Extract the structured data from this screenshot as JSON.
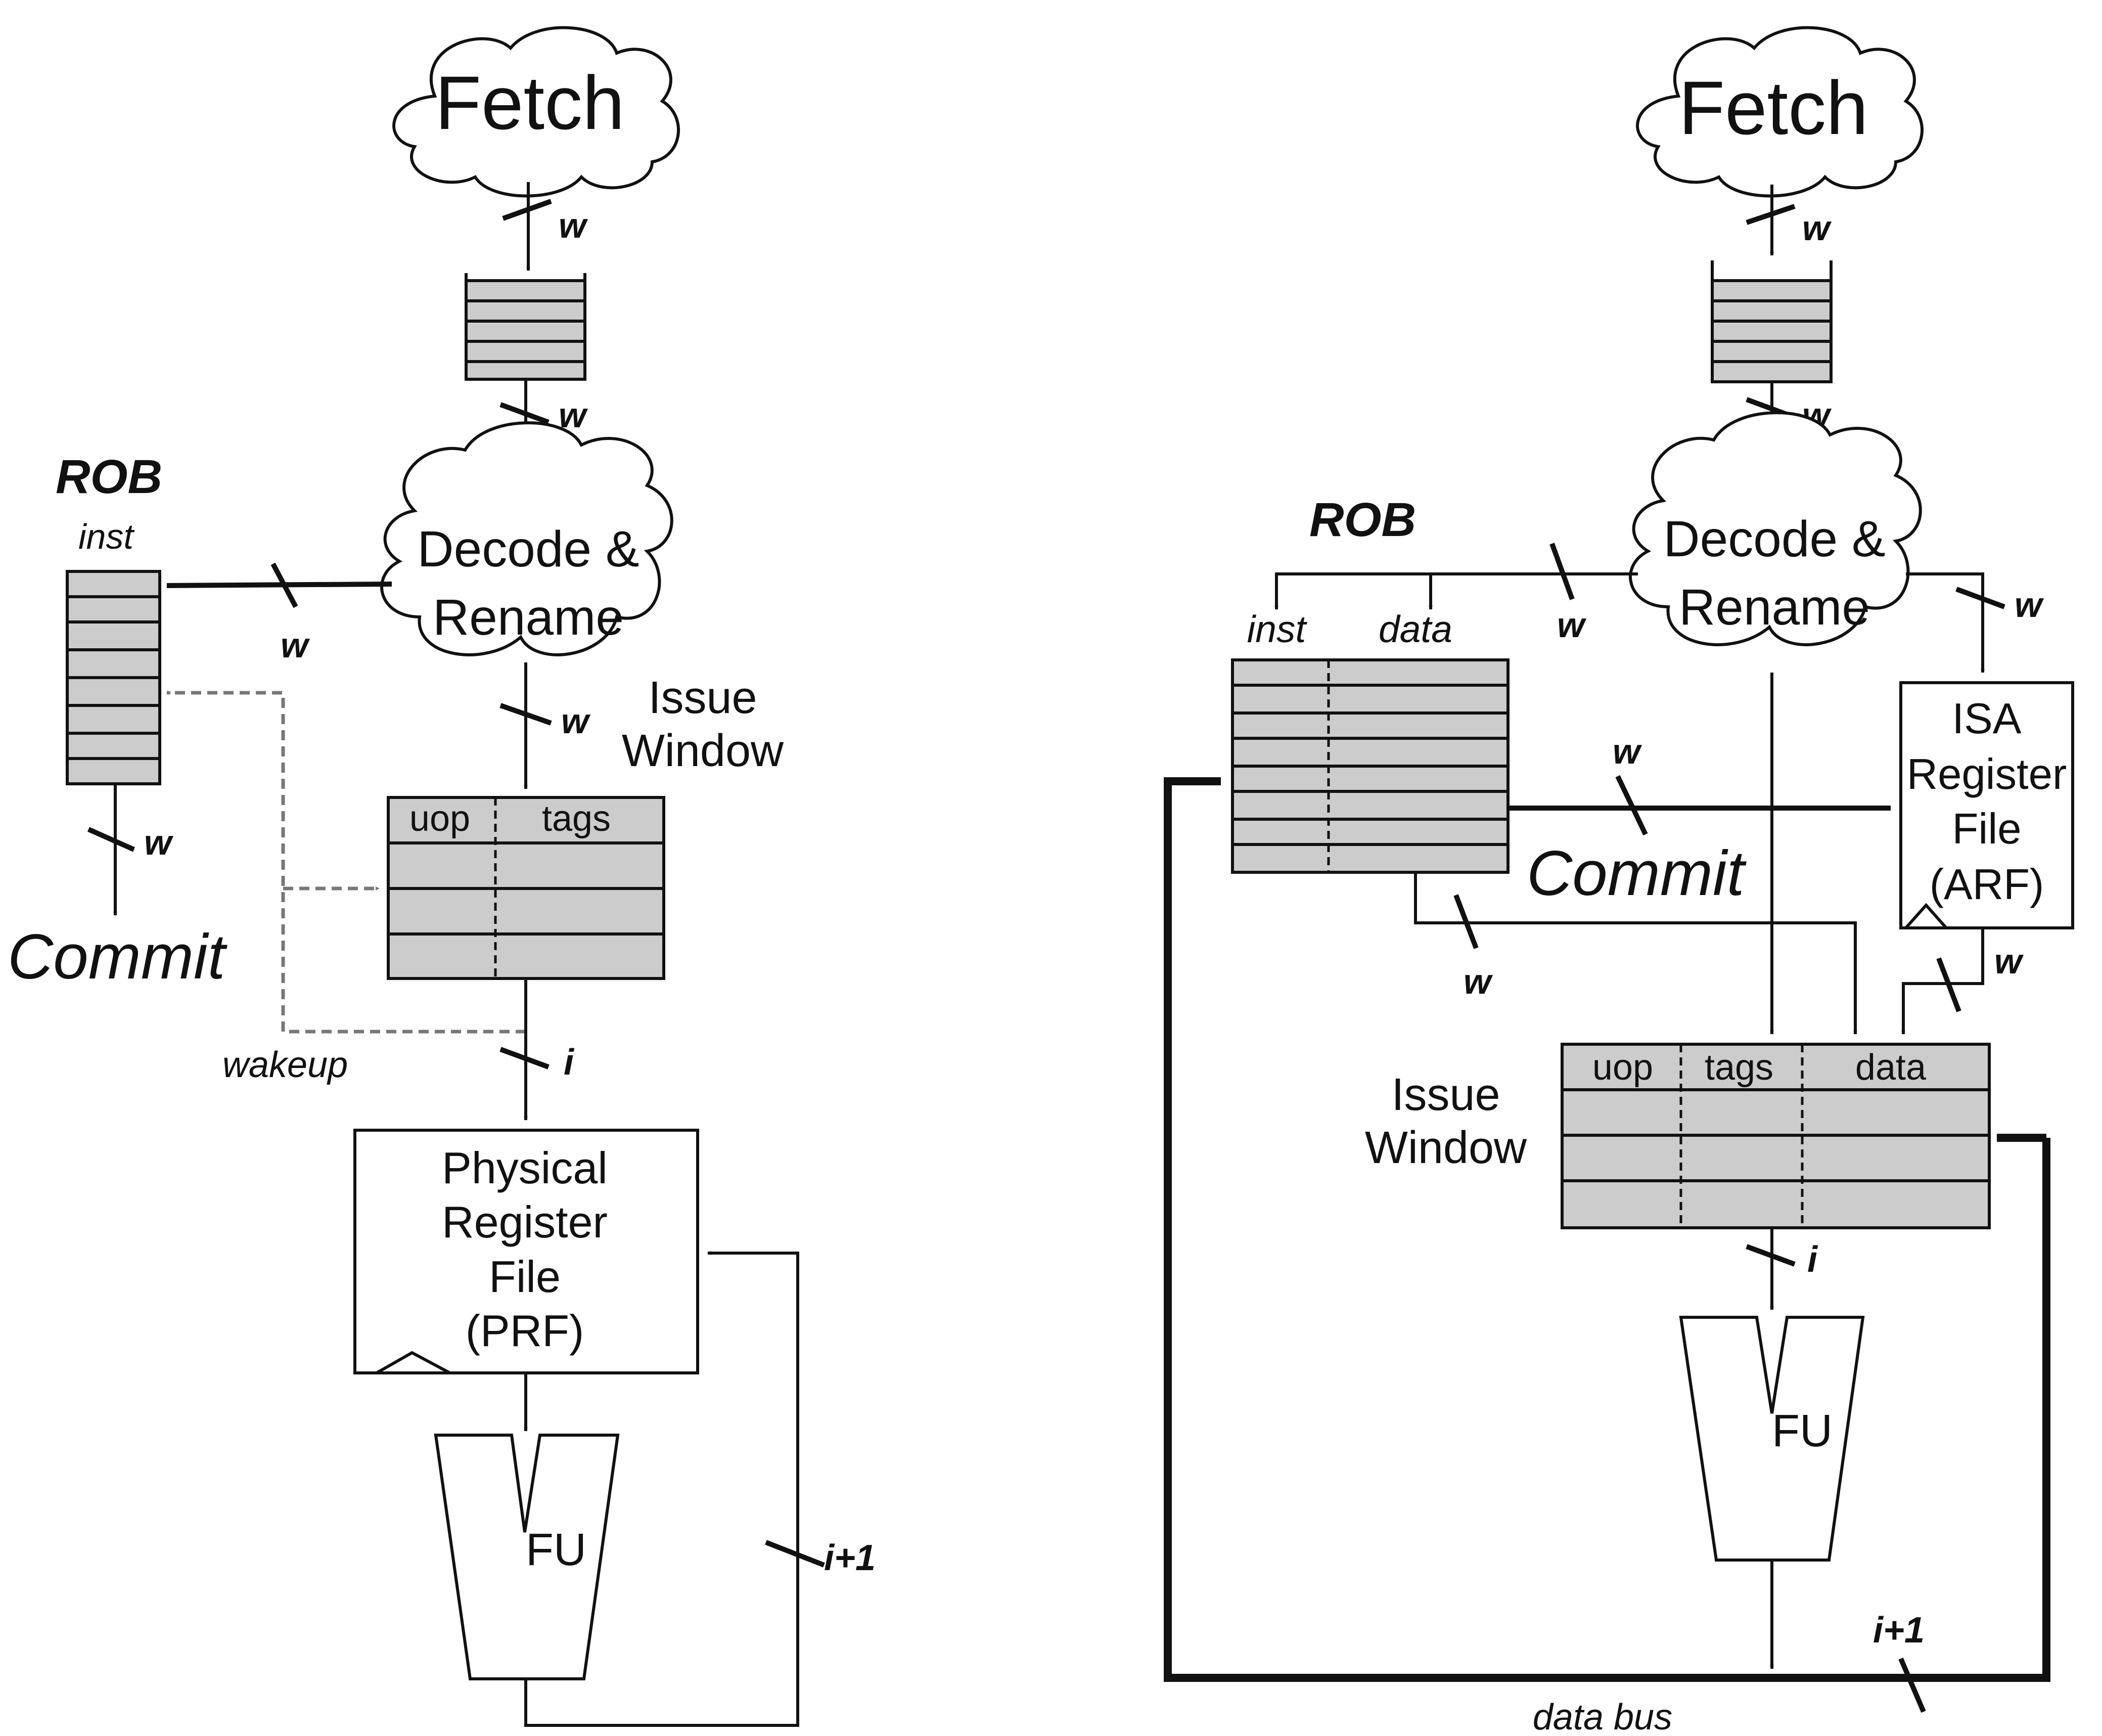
{
  "left": {
    "fetch": "Fetch",
    "decode_line1": "Decode &",
    "decode_line2": "Rename",
    "rob_title": "ROB",
    "rob_col": "inst",
    "commit": "Commit",
    "issue_line1": "Issue",
    "issue_line2": "Window",
    "iw_col_uop": "uop",
    "iw_col_tags": "tags",
    "wakeup": "wakeup",
    "prf_line1": "Physical",
    "prf_line2": "Register",
    "prf_line3": "File",
    "prf_line4": "(PRF)",
    "fu": "FU",
    "w": "w",
    "i": "i",
    "i_plus_1": "i+1"
  },
  "right": {
    "fetch": "Fetch",
    "decode_line1": "Decode &",
    "decode_line2": "Rename",
    "rob_title": "ROB",
    "rob_col_inst": "inst",
    "rob_col_data": "data",
    "commit": "Commit",
    "arf_line1": "ISA",
    "arf_line2": "Register",
    "arf_line3": "File",
    "arf_line4": "(ARF)",
    "issue_line1": "Issue",
    "issue_line2": "Window",
    "iw_col_uop": "uop",
    "iw_col_tags": "tags",
    "iw_col_data": "data",
    "fu": "FU",
    "data_bus": "data bus",
    "w": "w",
    "i": "i",
    "i_plus_1": "i+1"
  }
}
